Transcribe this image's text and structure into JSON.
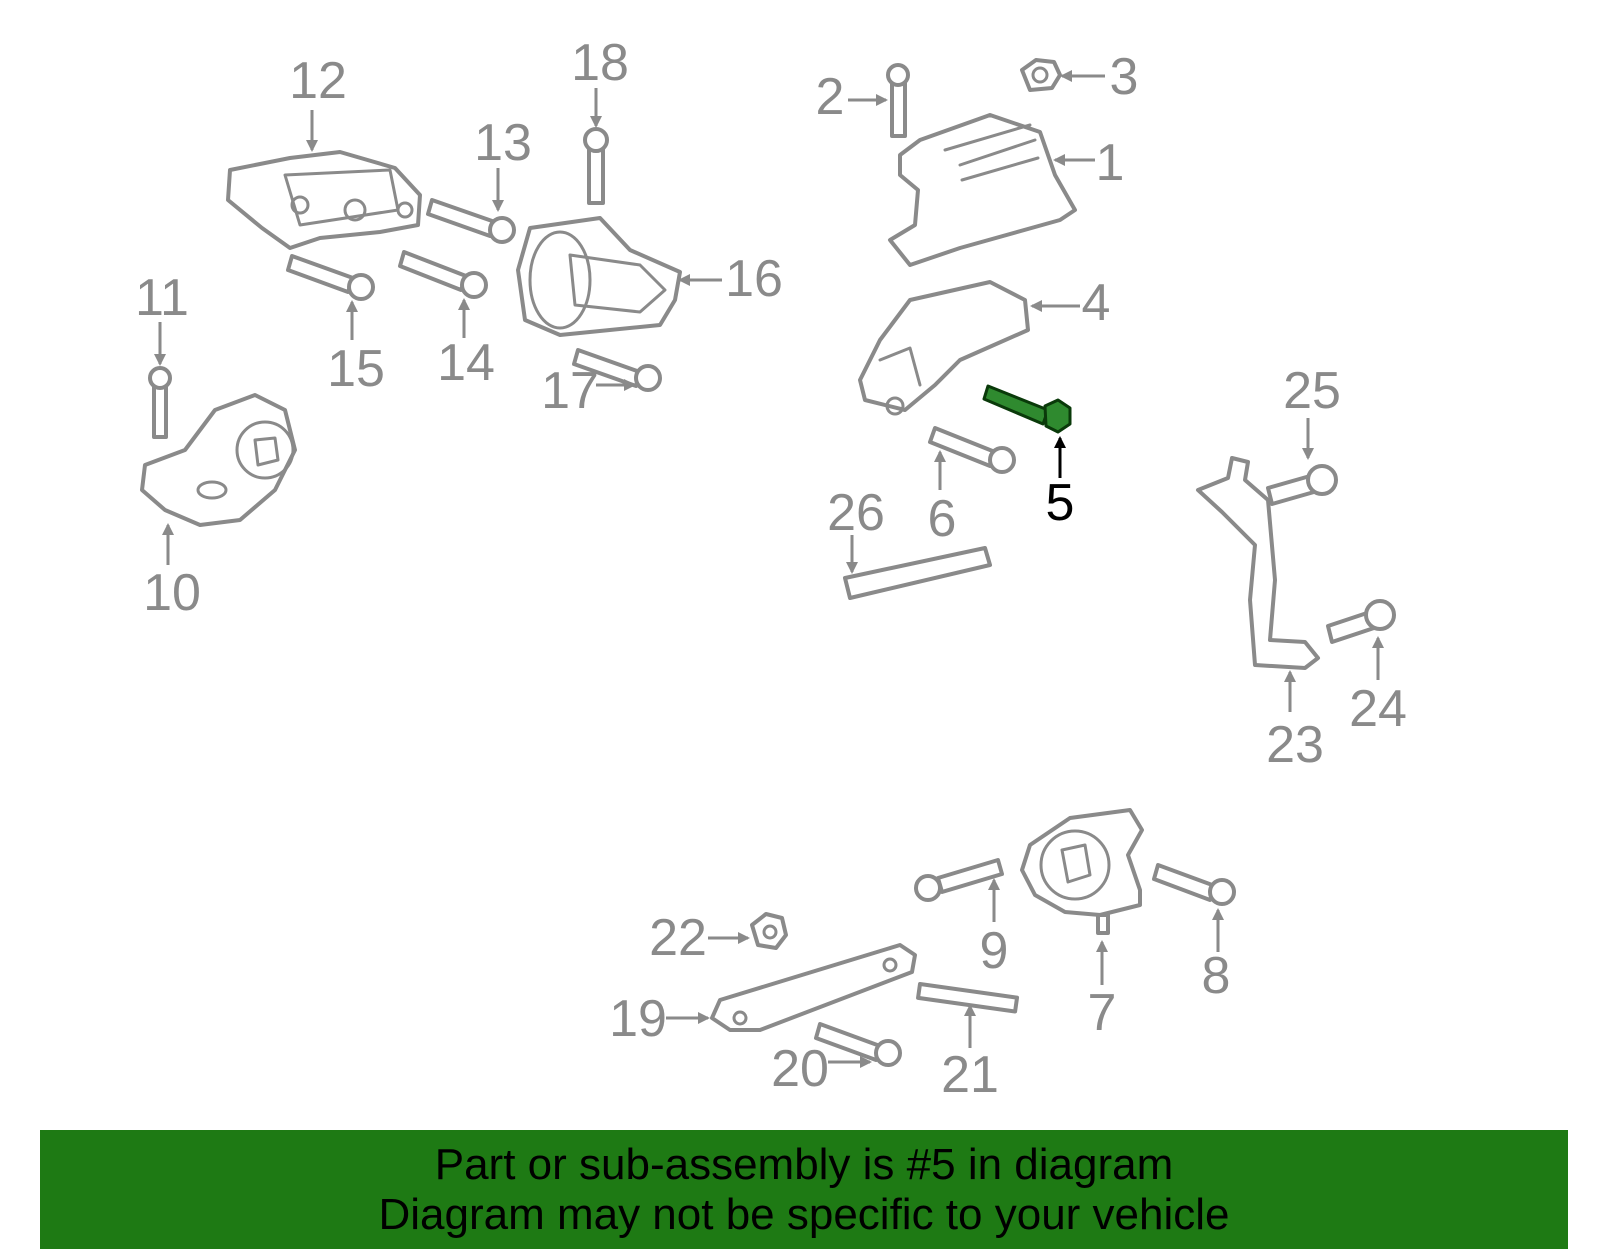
{
  "banner": {
    "line1": "Part or sub-assembly is #5 in diagram",
    "line2": "Diagram may not be specific to your vehicle",
    "color": "#1e7a14"
  },
  "highlighted_part": "5",
  "highlight_color": "#2f8a2f",
  "callouts": [
    "1",
    "2",
    "3",
    "4",
    "5",
    "6",
    "7",
    "8",
    "9",
    "10",
    "11",
    "12",
    "13",
    "14",
    "15",
    "16",
    "17",
    "18",
    "19",
    "20",
    "21",
    "22",
    "23",
    "24",
    "25",
    "26"
  ]
}
